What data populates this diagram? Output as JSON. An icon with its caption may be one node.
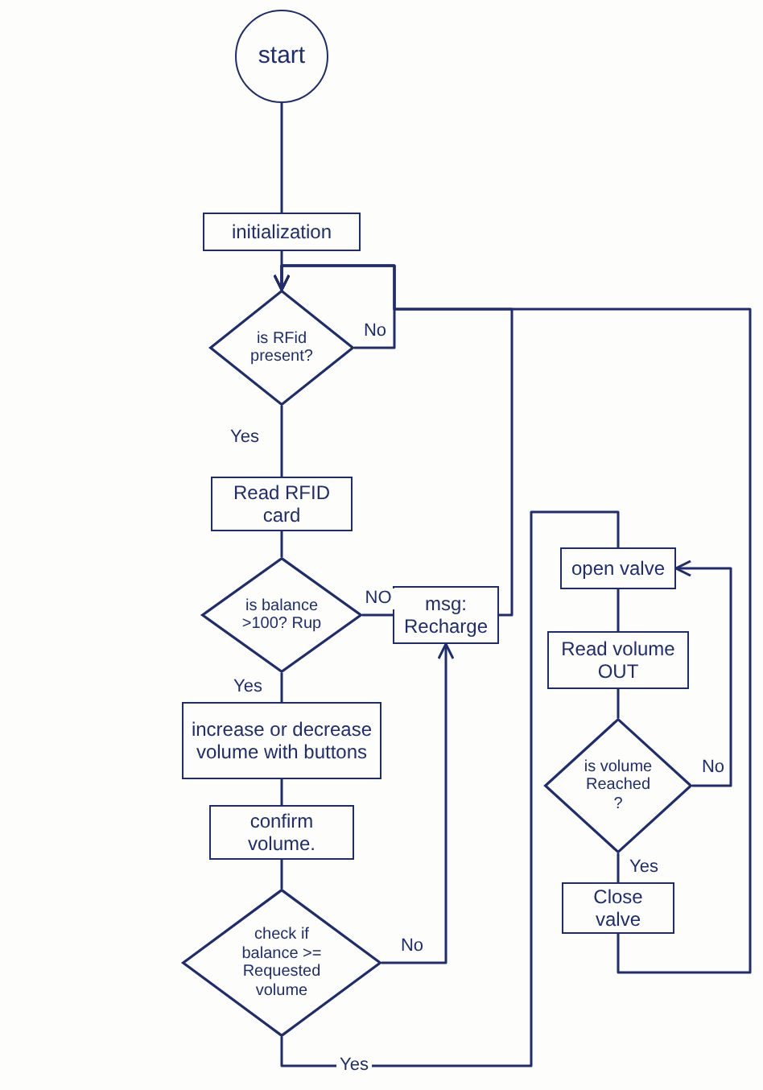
{
  "diagram": {
    "nodes": [
      {
        "text": [
          "start"
        ]
      },
      {
        "text": [
          "initialization"
        ]
      },
      {
        "text": [
          "is RFid present?"
        ]
      },
      {
        "text": [
          "Read RFID card"
        ]
      },
      {
        "text": [
          "is balance >100? Rup"
        ]
      },
      {
        "text": [
          "msg: Recharge"
        ]
      },
      {
        "text": [
          "increase or decrease volume with buttons"
        ]
      },
      {
        "text": [
          "confirm volume."
        ]
      },
      {
        "text": [
          "check if balance >= Requested volume"
        ]
      },
      {
        "text": [
          "open valve"
        ]
      },
      {
        "text": [
          "Read volume OUT"
        ]
      },
      {
        "text": [
          "is volume Reached ?"
        ]
      },
      {
        "text": [
          "Close valve"
        ]
      }
    ],
    "edges": [
      {
        "from": 0,
        "to": 1,
        "arrow": "none"
      },
      {
        "from": 1,
        "to": 2,
        "arrow": "none"
      },
      {
        "from": 2,
        "to": 2,
        "arrow": "to",
        "label": "No"
      },
      {
        "from": 2,
        "to": 3,
        "arrow": "none",
        "label": "Yes"
      },
      {
        "from": 3,
        "to": 4,
        "arrow": "none"
      },
      {
        "from": 4,
        "to": 5,
        "arrow": "none",
        "label": "NO"
      },
      {
        "from": 5,
        "to": 2,
        "arrow": "to"
      },
      {
        "from": 4,
        "to": 6,
        "arrow": "none",
        "label": "Yes"
      },
      {
        "from": 6,
        "to": 7,
        "arrow": "none"
      },
      {
        "from": 7,
        "to": 8,
        "arrow": "none"
      },
      {
        "from": 8,
        "to": 5,
        "arrow": "to",
        "label": "No"
      },
      {
        "from": 8,
        "to": 9,
        "arrow": "none",
        "label": "Yes"
      },
      {
        "from": 9,
        "to": 10,
        "arrow": "none"
      },
      {
        "from": 10,
        "to": 11,
        "arrow": "none"
      },
      {
        "from": 11,
        "to": 9,
        "arrow": "to",
        "label": "No"
      },
      {
        "from": 11,
        "to": 12,
        "arrow": "none",
        "label": "Yes"
      },
      {
        "from": 12,
        "to": 2,
        "arrow": "to"
      }
    ]
  }
}
